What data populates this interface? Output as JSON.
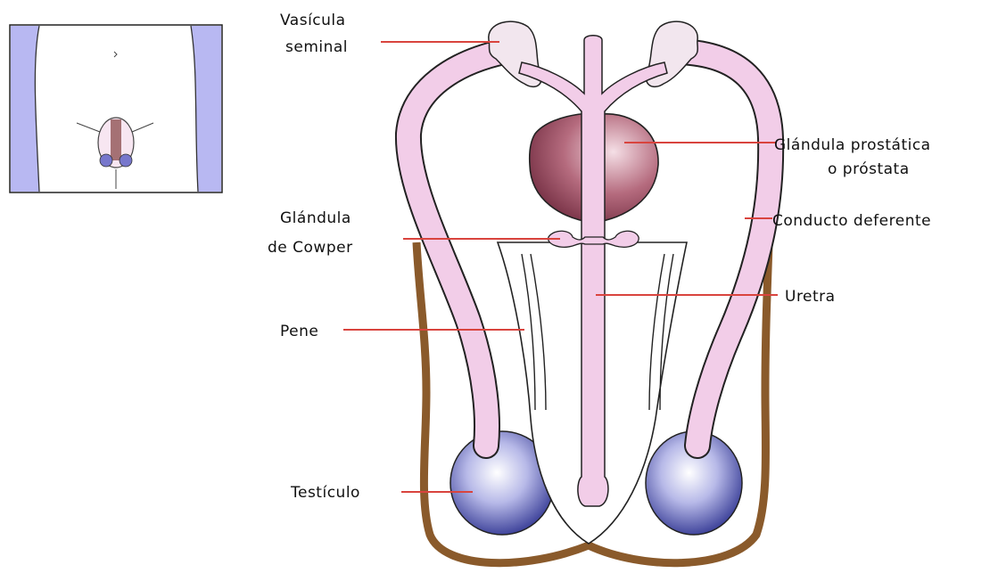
{
  "labels": {
    "seminal_vesicle": [
      "Vasícula",
      "seminal"
    ],
    "prostate": [
      "Glándula prostática",
      "o próstata"
    ],
    "cowper": [
      "Glándula",
      "de Cowper"
    ],
    "vas_deferens": "Conducto deferente",
    "urethra": "Uretra",
    "penis": "Pene",
    "testicle": "Testículo"
  },
  "colors": {
    "leader_line": "#d9443e",
    "skin_outline": "#8a5a2b",
    "duct_fill": "#f2cde8",
    "prostate_fill": "#a4546a",
    "testicle_fill": "#4a4fa6",
    "inset_border": "#9a9ae0"
  }
}
